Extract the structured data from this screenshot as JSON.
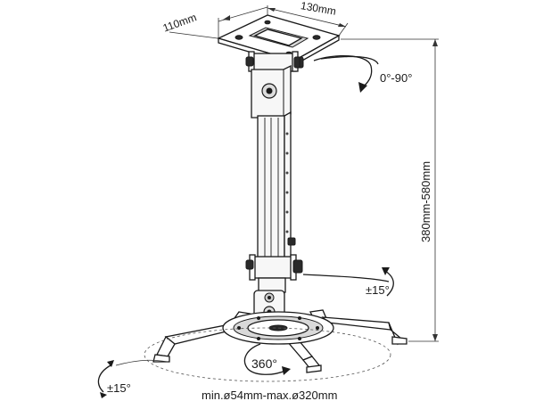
{
  "labels": {
    "plate_depth": "110mm",
    "plate_width": "130mm",
    "tilt_top": "0°-90°",
    "height_range": "380mm-580mm",
    "tilt_side": "±15°",
    "rotation": "360°",
    "tilt_bottom_left": "±15°",
    "arm_range": "min.ø54mm-max.ø320mm"
  },
  "colors": {
    "line": "#1a1a1a",
    "background": "#ffffff"
  }
}
